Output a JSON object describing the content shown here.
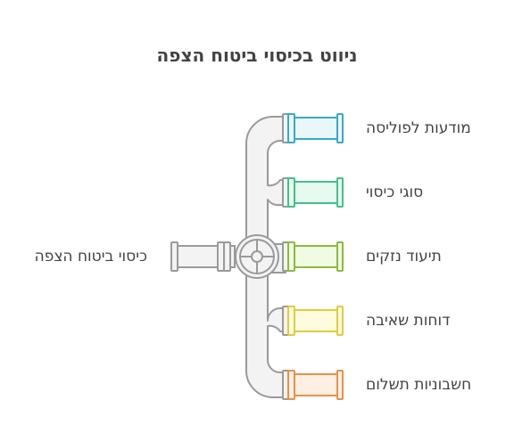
{
  "title": "ניווט בכיסוי ביטוח הצפה",
  "source": {
    "label": "כיסוי ביטוח הצפה"
  },
  "outlets": [
    {
      "label": "מודעות לפוליסה",
      "color": "#3aa8c9",
      "fill": "#e9f7fb"
    },
    {
      "label": "סוגי כיסוי",
      "color": "#42c08a",
      "fill": "#e6faf0"
    },
    {
      "label": "תיעוד נזקים",
      "color": "#8cba3d",
      "fill": "#f1fbe3"
    },
    {
      "label": "דוחות שאיבה",
      "color": "#e0cc3c",
      "fill": "#fffbdf"
    },
    {
      "label": "חשבוניות תשלום",
      "color": "#e8914a",
      "fill": "#fdf0e2"
    }
  ]
}
